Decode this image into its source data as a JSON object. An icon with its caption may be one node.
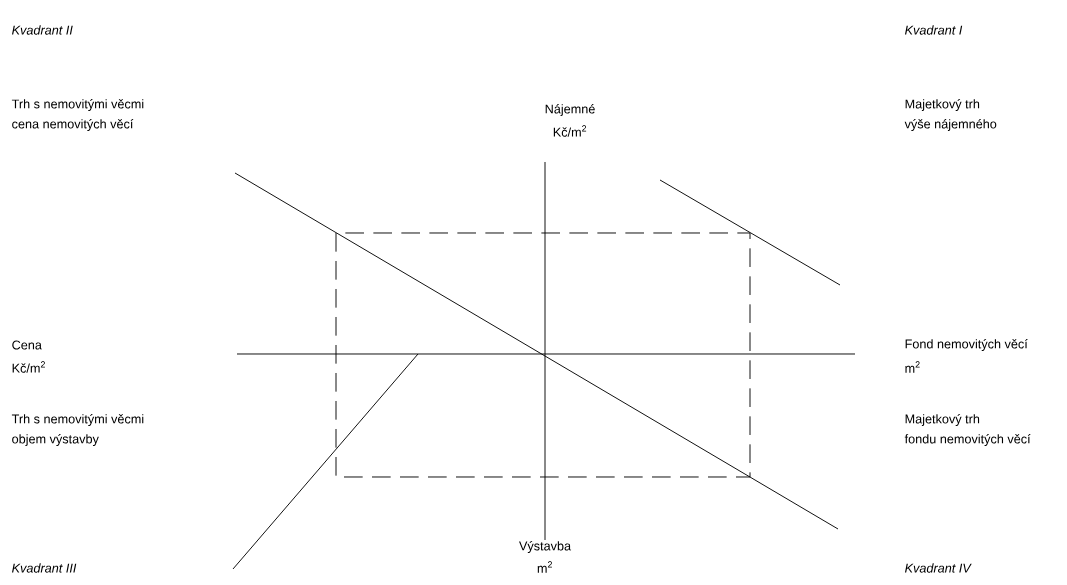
{
  "diagram": {
    "labels": [
      "Kvadrant II",
      "Kvadrant I",
      "Trh s nemovitými věcmi",
      "cena nemovitých věcí",
      "Nájemné",
      "Kč/m$^{2}$",
      "Majetkový trh",
      "výše nájemného",
      "Cena",
      "Kč/m$^{2}$",
      "Fond nemovitých věcí",
      "m$^{2}$",
      "Trh s nemovitými věcmi",
      "objem výstavby",
      "Majetkový trh",
      "fondu nemovitých věcí",
      "Kvadrant III",
      "Výstavba",
      "m$^{2}$",
      "Kvadrant IV"
    ]
  }
}
